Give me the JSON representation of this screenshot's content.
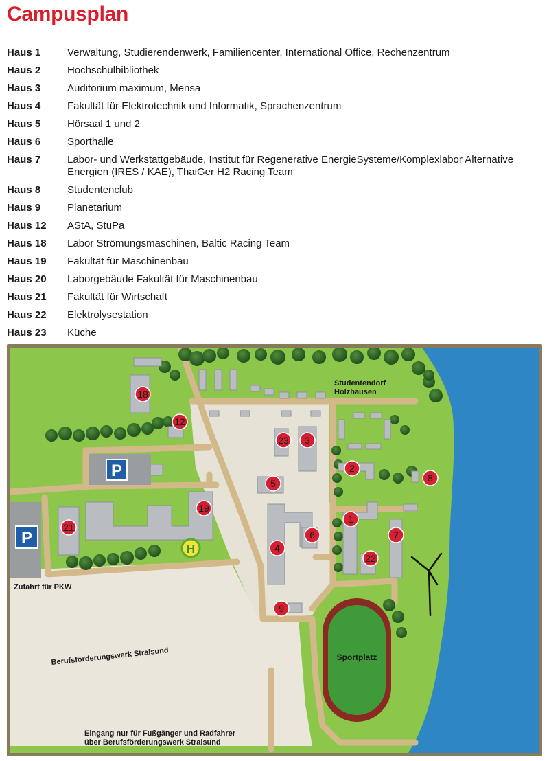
{
  "title": "Campusplan",
  "legend": [
    {
      "key": "Haus 1",
      "value": "Verwaltung, Studierendenwerk,  Familiencenter, International Office, Rechenzentrum"
    },
    {
      "key": "Haus 2",
      "value": "Hochschulbibliothek"
    },
    {
      "key": "Haus 3",
      "value": "Auditorium maximum, Mensa"
    },
    {
      "key": "Haus 4",
      "value": "Fakultät für Elektrotechnik und  Informatik, Sprachenzentrum"
    },
    {
      "key": "Haus 5",
      "value": "Hörsaal 1 und 2"
    },
    {
      "key": "Haus 6",
      "value": "Sporthalle"
    },
    {
      "key": "Haus 7",
      "value": "Labor- und Werkstattgebäude, Institut für Regenerative EnergieSysteme/Komplexlabor Alternative Energien (IRES / KAE), ThaiGer H2 Racing Team"
    },
    {
      "key": "Haus 8",
      "value": "Studentenclub"
    },
    {
      "key": "Haus 9",
      "value": "Planetarium"
    },
    {
      "key": "Haus 12",
      "value": "AStA, StuPa"
    },
    {
      "key": "Haus 18",
      "value": "Labor Strömungsmaschinen, Baltic Racing Team"
    },
    {
      "key": "Haus 19",
      "value": "Fakultät für Maschinenbau"
    },
    {
      "key": "Haus 20",
      "value": "Laborgebäude Fakultät für Maschinenbau"
    },
    {
      "key": "Haus 21",
      "value": "Fakultät für Wirtschaft"
    },
    {
      "key": "Haus 22",
      "value": "Elektrolysestation"
    },
    {
      "key": "Haus 23",
      "value": "Küche"
    }
  ],
  "map": {
    "labels": {
      "studentendorf_1": "Studentendorf",
      "studentendorf_2": "Holzhausen",
      "zufahrt": "Zufahrt für PKW",
      "bfw": "Berufsförderungswerk Stralsund",
      "sportplatz": "Sportplatz",
      "eingang_1": "Eingang nur für Fußgänger und Radfahrer",
      "eingang_2": "über Berufsförderungswerk Stralsund"
    },
    "markers": {
      "m18": "18",
      "m12": "12",
      "m23": "23",
      "m3": "3",
      "m2": "2",
      "m8": "8",
      "m5": "5",
      "m19": "19",
      "m21": "21",
      "m1": "1",
      "m6": "6",
      "m7": "7",
      "m4": "4",
      "m22": "22",
      "m9": "9"
    },
    "parking_symbol": "P",
    "bus_stop_symbol": "H"
  },
  "colors": {
    "title": "#d81e2a",
    "marker": "#d51f32",
    "grass": "#8cc64a",
    "plaza": "#e9e4d9",
    "path": "#d3b98a",
    "water": "#2e86c5",
    "parking": "#1f5ea8",
    "track": "#8b2a22",
    "field": "#3f9a3a"
  }
}
